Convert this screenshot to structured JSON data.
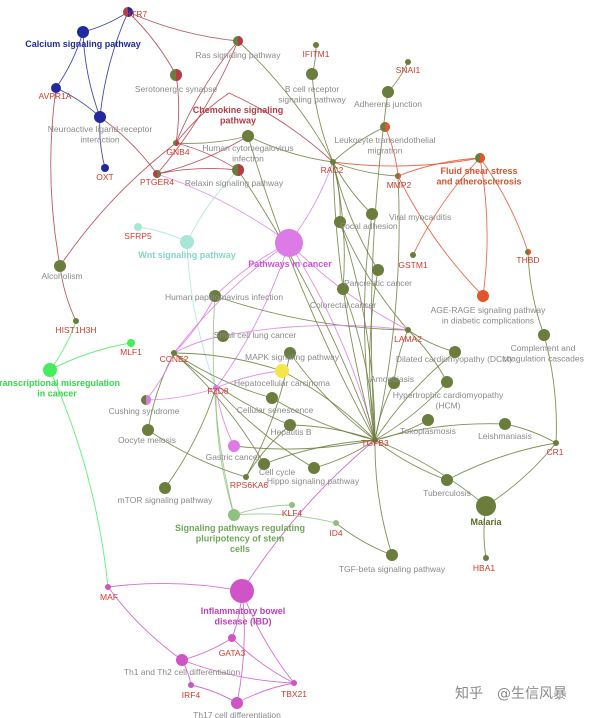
{
  "colors": {
    "olive": "#6b7d3c",
    "magenta": "#cf55c6",
    "violet": "#dd7be6",
    "green": "#43ee5d",
    "blue": "#22299f",
    "orange": "#e0562f",
    "teal": "#a8e6d8",
    "red": "#b43c46",
    "yellow": "#f2e64a",
    "gene_text": "#d23a2d",
    "pathway_text": "#8a8a8a"
  },
  "nodes": [
    {
      "id": "htr7",
      "label": "HTR7",
      "kind": "gene",
      "color": "#b43c46",
      "color2": "#22299f"
    },
    {
      "id": "calcium",
      "label": "Calcium signaling pathway",
      "kind": "hub",
      "color": "#22299f",
      "text_color": "#1e2ba0"
    },
    {
      "id": "avpr1a",
      "label": "AVPR1A",
      "kind": "gene",
      "color": "#22299f"
    },
    {
      "id": "neuro",
      "label": "Neuroactive ligand-receptor interaction",
      "kind": "pathway",
      "color": "#22299f"
    },
    {
      "id": "oxt",
      "label": "OXT",
      "kind": "gene",
      "color": "#22299f"
    },
    {
      "id": "serotonergic",
      "label": "Serotonergic synapse",
      "kind": "pathway",
      "color": "#6b7d3c",
      "color2": "#b43c46"
    },
    {
      "id": "ras",
      "label": "Ras signaling pathway",
      "kind": "pathway",
      "color": "#6b7d3c",
      "color2": "#b43c46"
    },
    {
      "id": "ifitm1",
      "label": "IFITM1",
      "kind": "gene",
      "color": "#6b7d3c"
    },
    {
      "id": "bcell",
      "label": "B cell receptor signaling pathway",
      "kind": "pathway",
      "color": "#6b7d3c"
    },
    {
      "id": "snai1",
      "label": "SNAI1",
      "kind": "gene",
      "color": "#6b7d3c"
    },
    {
      "id": "adherens",
      "label": "Adherens junction",
      "kind": "pathway",
      "color": "#6b7d3c"
    },
    {
      "id": "chemokine",
      "label": "Chemokine signaling pathway",
      "kind": "hub",
      "color": "#6b7d3c",
      "text_color": "#b43c46"
    },
    {
      "id": "gnb4",
      "label": "GNB4",
      "kind": "gene",
      "color": "#6b7d3c",
      "color2": "#b43c46"
    },
    {
      "id": "hcmv",
      "label": "Human cytomegalovirus infection",
      "kind": "pathway",
      "color": "#6b7d3c"
    },
    {
      "id": "leukocyte",
      "label": "Leukocyte transendothelial migration",
      "kind": "pathway",
      "color": "#6b7d3c",
      "color2": "#e0562f"
    },
    {
      "id": "ptger4",
      "label": "PTGER4",
      "kind": "gene",
      "color": "#b43c46",
      "color2": "#6b7d3c"
    },
    {
      "id": "relaxin",
      "label": "Relaxin signaling pathway",
      "kind": "pathway",
      "color": "#6b7d3c",
      "color2": "#b43c46"
    },
    {
      "id": "rac2",
      "label": "RAC2",
      "kind": "gene",
      "color": "#6b7d3c"
    },
    {
      "id": "mmp2",
      "label": "MMP2",
      "kind": "gene",
      "color": "#6b7d3c",
      "color2": "#e0562f"
    },
    {
      "id": "fluid",
      "label": "Fluid shear stress and atherosclerosis",
      "kind": "hub",
      "color": "#6b7d3c",
      "color2": "#e0562f",
      "text_color": "#d4542f"
    },
    {
      "id": "viral",
      "label": "Viral myocarditis",
      "kind": "pathway",
      "color": "#6b7d3c"
    },
    {
      "id": "focal",
      "label": "Focal adhesion",
      "kind": "pathway",
      "color": "#6b7d3c"
    },
    {
      "id": "sfrp5",
      "label": "SFRP5",
      "kind": "gene",
      "color": "#a8e6d8"
    },
    {
      "id": "wnt",
      "label": "Wnt signaling pathway",
      "kind": "hub",
      "color": "#a8e6d8",
      "text_color": "#86d6c6"
    },
    {
      "id": "pic",
      "label": "Pathways in cancer",
      "kind": "hub",
      "color": "#dd7be6",
      "text_color": "#cf55d6"
    },
    {
      "id": "gstm1",
      "label": "GSTM1",
      "kind": "gene",
      "color": "#6b7d3c"
    },
    {
      "id": "thbd",
      "label": "THBD",
      "kind": "gene",
      "color": "#6b7d3c",
      "color2": "#e0562f"
    },
    {
      "id": "alcoholism",
      "label": "Alcoholism",
      "kind": "pathway",
      "color": "#6b7d3c"
    },
    {
      "id": "pancreatic",
      "label": "Pancreatic cancer",
      "kind": "pathway",
      "color": "#6b7d3c"
    },
    {
      "id": "colorectal",
      "label": "Colorectal cancer",
      "kind": "pathway",
      "color": "#6b7d3c"
    },
    {
      "id": "hpv",
      "label": "Human papillomavirus infection",
      "kind": "pathway",
      "color": "#6b7d3c"
    },
    {
      "id": "age",
      "label": "AGE-RAGE signaling pathway in diabetic complications",
      "kind": "pathway",
      "color": "#e0562f"
    },
    {
      "id": "hist1h3h",
      "label": "HIST1H3H",
      "kind": "gene",
      "color": "#6b7d3c"
    },
    {
      "id": "sclc",
      "label": "Small cell lung cancer",
      "kind": "pathway",
      "color": "#6b7d3c"
    },
    {
      "id": "lama2",
      "label": "LAMA2",
      "kind": "gene",
      "color": "#6b7d3c"
    },
    {
      "id": "complement",
      "label": "Complement and coagulation cascades",
      "kind": "pathway",
      "color": "#6b7d3c"
    },
    {
      "id": "mlf1",
      "label": "MLF1",
      "kind": "gene",
      "color": "#43ee5d"
    },
    {
      "id": "transcript",
      "label": "Transcriptional misregulation in cancer",
      "kind": "hub",
      "color": "#43ee5d",
      "text_color": "#33d94a"
    },
    {
      "id": "ccne2",
      "label": "CCNE2",
      "kind": "gene",
      "color": "#6b7d3c"
    },
    {
      "id": "mapk",
      "label": "MAPK signaling pathway",
      "kind": "pathway",
      "color": "#6b7d3c"
    },
    {
      "id": "dcm",
      "label": "Dilated cardiomyopathy (DCM)",
      "kind": "pathway",
      "color": "#6b7d3c"
    },
    {
      "id": "hcc",
      "label": "Hepatocellular carcinoma",
      "kind": "pathway",
      "color": "#f2e64a"
    },
    {
      "id": "fzd8",
      "label": "FZD8",
      "kind": "gene",
      "color": "#dd7be6"
    },
    {
      "id": "amoebiasis",
      "label": "Amoebiasis",
      "kind": "pathway",
      "color": "#6b7d3c"
    },
    {
      "id": "hcm",
      "label": "Hypertrophic cardiomyopathy (HCM)",
      "kind": "pathway",
      "color": "#6b7d3c"
    },
    {
      "id": "cushing",
      "label": "Cushing syndrome",
      "kind": "pathway",
      "color": "#6b7d3c",
      "color2": "#dd7be6"
    },
    {
      "id": "senescence",
      "label": "Cellular senescence",
      "kind": "pathway",
      "color": "#6b7d3c"
    },
    {
      "id": "toxo",
      "label": "Toxoplasmosis",
      "kind": "pathway",
      "color": "#6b7d3c"
    },
    {
      "id": "hepb",
      "label": "Hepatitis B",
      "kind": "pathway",
      "color": "#6b7d3c"
    },
    {
      "id": "leish",
      "label": "Leishmaniasis",
      "kind": "pathway",
      "color": "#6b7d3c"
    },
    {
      "id": "tgfb3",
      "label": "TGFB3",
      "kind": "gene",
      "color": "#6b7d3c"
    },
    {
      "id": "cr1",
      "label": "CR1",
      "kind": "gene",
      "color": "#6b7d3c"
    },
    {
      "id": "oocyte",
      "label": "Oocyte meiosis",
      "kind": "pathway",
      "color": "#6b7d3c"
    },
    {
      "id": "gastric",
      "label": "Gastric cancer",
      "kind": "pathway",
      "color": "#dd7be6"
    },
    {
      "id": "cellcycle",
      "label": "Cell cycle",
      "kind": "pathway",
      "color": "#6b7d3c"
    },
    {
      "id": "hippo",
      "label": "Hippo signaling pathway",
      "kind": "pathway",
      "color": "#6b7d3c"
    },
    {
      "id": "rps6ka6",
      "label": "RPS6KA6",
      "kind": "gene",
      "color": "#6b7d3c"
    },
    {
      "id": "tuberculosis",
      "label": "Tuberculosis",
      "kind": "pathway",
      "color": "#6b7d3c"
    },
    {
      "id": "mtor",
      "label": "mTOR signaling pathway",
      "kind": "pathway",
      "color": "#6b7d3c"
    },
    {
      "id": "malaria",
      "label": "Malaria",
      "kind": "hub",
      "color": "#6b7d3c",
      "text_color": "#5a6b2c"
    },
    {
      "id": "klf4",
      "label": "KLF4",
      "kind": "gene",
      "color": "#90c080"
    },
    {
      "id": "pluri",
      "label": "Signaling pathways regulating pluripotency of stem cells",
      "kind": "hub",
      "color": "#90c080",
      "text_color": "#6fa85a"
    },
    {
      "id": "id4",
      "label": "ID4",
      "kind": "gene",
      "color": "#90c080"
    },
    {
      "id": "tgfbpath",
      "label": "TGF-beta signaling pathway",
      "kind": "pathway",
      "color": "#6b7d3c"
    },
    {
      "id": "hba1",
      "label": "HBA1",
      "kind": "gene",
      "color": "#6b7d3c"
    },
    {
      "id": "maf",
      "label": "MAF",
      "kind": "gene",
      "color": "#cf55c6"
    },
    {
      "id": "ibd",
      "label": "Inflammatory bowel disease (IBD)",
      "kind": "hub",
      "color": "#cf55c6",
      "text_color": "#c040b8"
    },
    {
      "id": "gata3",
      "label": "GATA3",
      "kind": "gene",
      "color": "#cf55c6"
    },
    {
      "id": "th1th2",
      "label": "Th1 and Th2 cell differentiation",
      "kind": "pathway",
      "color": "#cf55c6"
    },
    {
      "id": "irf4",
      "label": "IRF4",
      "kind": "gene",
      "color": "#cf55c6"
    },
    {
      "id": "tbx21",
      "label": "TBX21",
      "kind": "gene",
      "color": "#cf55c6"
    },
    {
      "id": "th17",
      "label": "Th17 cell differentiation",
      "kind": "pathway",
      "color": "#cf55c6"
    }
  ],
  "edges": [
    [
      "htr7",
      "calcium",
      "#22299f"
    ],
    [
      "htr7",
      "neuro",
      "#22299f"
    ],
    [
      "htr7",
      "serotonergic",
      "#b43c46"
    ],
    [
      "htr7",
      "ras",
      "#b43c46"
    ],
    [
      "calcium",
      "avpr1a",
      "#22299f"
    ],
    [
      "calcium",
      "neuro",
      "#22299f"
    ],
    [
      "avpr1a",
      "neuro",
      "#22299f"
    ],
    [
      "neuro",
      "oxt",
      "#22299f"
    ],
    [
      "neuro",
      "ptger4",
      "#b43c46"
    ],
    [
      "avpr1a",
      "alcoholism",
      "#b43c46"
    ],
    [
      "serotonergic",
      "gnb4",
      "#b43c46"
    ],
    [
      "ras",
      "gnb4",
      "#b43c46"
    ],
    [
      "gnb4",
      "chemokine",
      "#b43c46"
    ],
    [
      "gnb4",
      "hcmv",
      "#6b7d3c"
    ],
    [
      "gnb4",
      "relaxin",
      "#b43c46"
    ],
    [
      "gnb4",
      "alcoholism",
      "#b43c46"
    ],
    [
      "ptger4",
      "relaxin",
      "#b43c46"
    ],
    [
      "ptger4",
      "hcmv",
      "#b43c46"
    ],
    [
      "ptger4",
      "pic",
      "#dd7be6"
    ],
    [
      "ptger4",
      "ras",
      "#b43c46"
    ],
    [
      "chemokine",
      "rac2",
      "#b43c46"
    ],
    [
      "hcmv",
      "rac2",
      "#6b7d3c"
    ],
    [
      "ras",
      "rac2",
      "#6b7d3c"
    ],
    [
      "bcell",
      "rac2",
      "#6b7d3c"
    ],
    [
      "ifitm1",
      "bcell",
      "#6b7d3c"
    ],
    [
      "leukocyte",
      "rac2",
      "#6b7d3c"
    ],
    [
      "leukocyte",
      "mmp2",
      "#e0562f"
    ],
    [
      "rac2",
      "mmp2",
      "#6b7d3c"
    ],
    [
      "rac2",
      "pic",
      "#dd7be6"
    ],
    [
      "rac2",
      "viral",
      "#6b7d3c"
    ],
    [
      "rac2",
      "focal",
      "#6b7d3c"
    ],
    [
      "rac2",
      "pancreatic",
      "#6b7d3c"
    ],
    [
      "rac2",
      "colorectal",
      "#6b7d3c"
    ],
    [
      "rac2",
      "fluid",
      "#e0562f"
    ],
    [
      "snai1",
      "adherens",
      "#6b7d3c"
    ],
    [
      "adherens",
      "tgfb3",
      "#6b7d3c"
    ],
    [
      "mmp2",
      "fluid",
      "#e0562f"
    ],
    [
      "mmp2",
      "age",
      "#e0562f"
    ],
    [
      "fluid",
      "thbd",
      "#e0562f"
    ],
    [
      "fluid",
      "gstm1",
      "#e0562f"
    ],
    [
      "fluid",
      "age",
      "#e0562f"
    ],
    [
      "thbd",
      "complement",
      "#6b7d3c"
    ],
    [
      "complement",
      "cr1",
      "#6b7d3c"
    ],
    [
      "cr1",
      "leish",
      "#6b7d3c"
    ],
    [
      "cr1",
      "malaria",
      "#6b7d3c"
    ],
    [
      "cr1",
      "tuberculosis",
      "#6b7d3c"
    ],
    [
      "sfrp5",
      "wnt",
      "#a8e6d8"
    ],
    [
      "wnt",
      "fzd8",
      "#a8e6d8"
    ],
    [
      "wnt",
      "relaxin",
      "#a8e6d8"
    ],
    [
      "alcoholism",
      "hist1h3h",
      "#b43c46"
    ],
    [
      "hist1h3h",
      "transcript",
      "#43ee5d"
    ],
    [
      "mlf1",
      "transcript",
      "#43ee5d"
    ],
    [
      "transcript",
      "maf",
      "#43ee5d"
    ],
    [
      "pic",
      "ccne2",
      "#dd7be6"
    ],
    [
      "pic",
      "fzd8",
      "#dd7be6"
    ],
    [
      "pic",
      "lama2",
      "#dd7be6"
    ],
    [
      "pic",
      "tgfb3",
      "#dd7be6"
    ],
    [
      "pic",
      "hpv",
      "#dd7be6"
    ],
    [
      "lama2",
      "hpv",
      "#6b7d3c"
    ],
    [
      "lama2",
      "sclc",
      "#dd7be6"
    ],
    [
      "lama2",
      "focal",
      "#6b7d3c"
    ],
    [
      "lama2",
      "dcm",
      "#6b7d3c"
    ],
    [
      "lama2",
      "hcm",
      "#6b7d3c"
    ],
    [
      "lama2",
      "amoebiasis",
      "#6b7d3c"
    ],
    [
      "ccne2",
      "sclc",
      "#dd7be6"
    ],
    [
      "ccne2",
      "oocyte",
      "#6b7d3c"
    ],
    [
      "ccne2",
      "cellcycle",
      "#6b7d3c"
    ],
    [
      "ccne2",
      "hpv",
      "#dd7be6"
    ],
    [
      "ccne2",
      "hcc",
      "#6b7d3c"
    ],
    [
      "ccne2",
      "senescence",
      "#6b7d3c"
    ],
    [
      "ccne2",
      "cushing",
      "#dd7be6"
    ],
    [
      "ccne2",
      "hepb",
      "#6b7d3c"
    ],
    [
      "fzd8",
      "hcc",
      "#dd7be6"
    ],
    [
      "fzd8",
      "gastric",
      "#dd7be6"
    ],
    [
      "fzd8",
      "cushing",
      "#dd7be6"
    ],
    [
      "fzd8",
      "hippo",
      "#6b7d3c"
    ],
    [
      "fzd8",
      "mtor",
      "#6b7d3c"
    ],
    [
      "fzd8",
      "pluri",
      "#90c080"
    ],
    [
      "tgfb3",
      "mapk",
      "#6b7d3c"
    ],
    [
      "tgfb3",
      "hcc",
      "#6b7d3c"
    ],
    [
      "tgfb3",
      "dcm",
      "#6b7d3c"
    ],
    [
      "tgfb3",
      "hcm",
      "#6b7d3c"
    ],
    [
      "tgfb3",
      "amoebiasis",
      "#6b7d3c"
    ],
    [
      "tgfb3",
      "toxo",
      "#6b7d3c"
    ],
    [
      "tgfb3",
      "leish",
      "#6b7d3c"
    ],
    [
      "tgfb3",
      "tuberculosis",
      "#6b7d3c"
    ],
    [
      "tgfb3",
      "malaria",
      "#6b7d3c"
    ],
    [
      "tgfb3",
      "hepb",
      "#6b7d3c"
    ],
    [
      "tgfb3",
      "senescence",
      "#6b7d3c"
    ],
    [
      "tgfb3",
      "cellcycle",
      "#6b7d3c"
    ],
    [
      "tgfb3",
      "hippo",
      "#6b7d3c"
    ],
    [
      "tgfb3",
      "tgfbpath",
      "#6b7d3c"
    ],
    [
      "tgfb3",
      "pancreatic",
      "#6b7d3c"
    ],
    [
      "tgfb3",
      "colorectal",
      "#6b7d3c"
    ],
    [
      "tgfb3",
      "viral",
      "#6b7d3c"
    ],
    [
      "tgfb3",
      "focal",
      "#6b7d3c"
    ],
    [
      "tgfb3",
      "gastric",
      "#6b7d3c"
    ],
    [
      "tgfb3",
      "ibd",
      "#cf55c6"
    ],
    [
      "tgfb3",
      "rac2",
      "#6b7d3c"
    ],
    [
      "tgfb3",
      "mmp2",
      "#6b7d3c"
    ],
    [
      "tgfb3",
      "hcmv",
      "#6b7d3c"
    ],
    [
      "tgfb3",
      "relaxin",
      "#6b7d3c"
    ],
    [
      "rps6ka6",
      "oocyte",
      "#6b7d3c"
    ],
    [
      "rps6ka6",
      "mapk",
      "#6b7d3c"
    ],
    [
      "rps6ka6",
      "hepb",
      "#6b7d3c"
    ],
    [
      "klf4",
      "pluri",
      "#90c080"
    ],
    [
      "pluri",
      "id4",
      "#90c080"
    ],
    [
      "id4",
      "tgfbpath",
      "#6b7d3c"
    ],
    [
      "pluri",
      "hpv",
      "#90c080"
    ],
    [
      "malaria",
      "hba1",
      "#6b7d3c"
    ],
    [
      "maf",
      "ibd",
      "#cf55c6"
    ],
    [
      "maf",
      "th1th2",
      "#cf55c6"
    ],
    [
      "ibd",
      "gata3",
      "#cf55c6"
    ],
    [
      "ibd",
      "tbx21",
      "#cf55c6"
    ],
    [
      "gata3",
      "th1th2",
      "#cf55c6"
    ],
    [
      "gata3",
      "tbx21",
      "#cf55c6"
    ],
    [
      "th1th2",
      "irf4",
      "#cf55c6"
    ],
    [
      "th1th2",
      "tbx21",
      "#cf55c6"
    ],
    [
      "irf4",
      "th17",
      "#cf55c6"
    ],
    [
      "tbx21",
      "th17",
      "#cf55c6"
    ],
    [
      "ibd",
      "th17",
      "#cf55c6"
    ]
  ],
  "watermark": {
    "brand": "知乎",
    "author": "@生信风暴"
  }
}
